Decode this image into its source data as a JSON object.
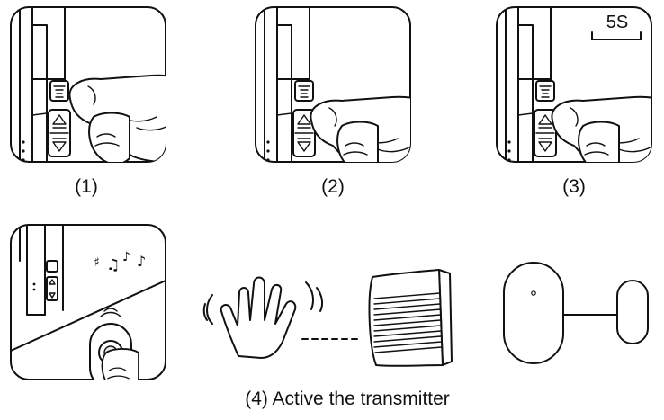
{
  "steps": [
    {
      "label": "(1)"
    },
    {
      "label": "(2)"
    },
    {
      "label": "(3)",
      "timer": "5S"
    }
  ],
  "activation": {
    "caption": "(4) Active the transmitter",
    "music_icon": "music-notes-icon",
    "wave_icon": "hand-wave-icon"
  }
}
